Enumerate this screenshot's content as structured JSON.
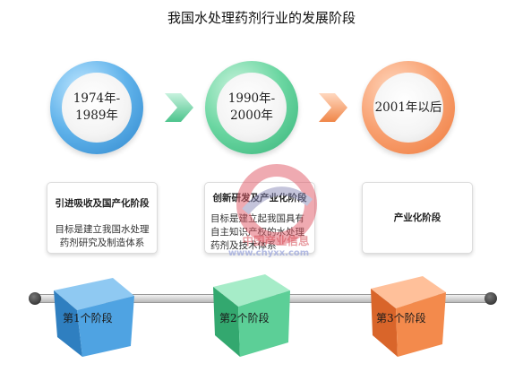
{
  "title": "我国水处理药剂行业的发展阶段",
  "stages": [
    {
      "period_line1": "1974年-",
      "period_line2": "1989年",
      "card_title": "引进吸收及国产化阶段",
      "card_desc": "目标是建立我国水处理药剂研究及制造体系",
      "stage_label": "第1个阶段",
      "color": "#3f98dc"
    },
    {
      "period_line1": "1990年-",
      "period_line2": "2000年",
      "card_title": "创新研发及产业化阶段",
      "card_desc": "目标是建立起我国具有自主知识产权的水处理药剂及技术体系",
      "stage_label": "第2个阶段",
      "color": "#4cc48c"
    },
    {
      "period_line1": "2001年以后",
      "period_line2": "",
      "card_title": "产业化阶段",
      "card_desc": "",
      "stage_label": "第3个阶段",
      "color": "#f08648"
    }
  ],
  "watermark": {
    "text": "中国产业信息",
    "url": "www.chyxx.com"
  }
}
